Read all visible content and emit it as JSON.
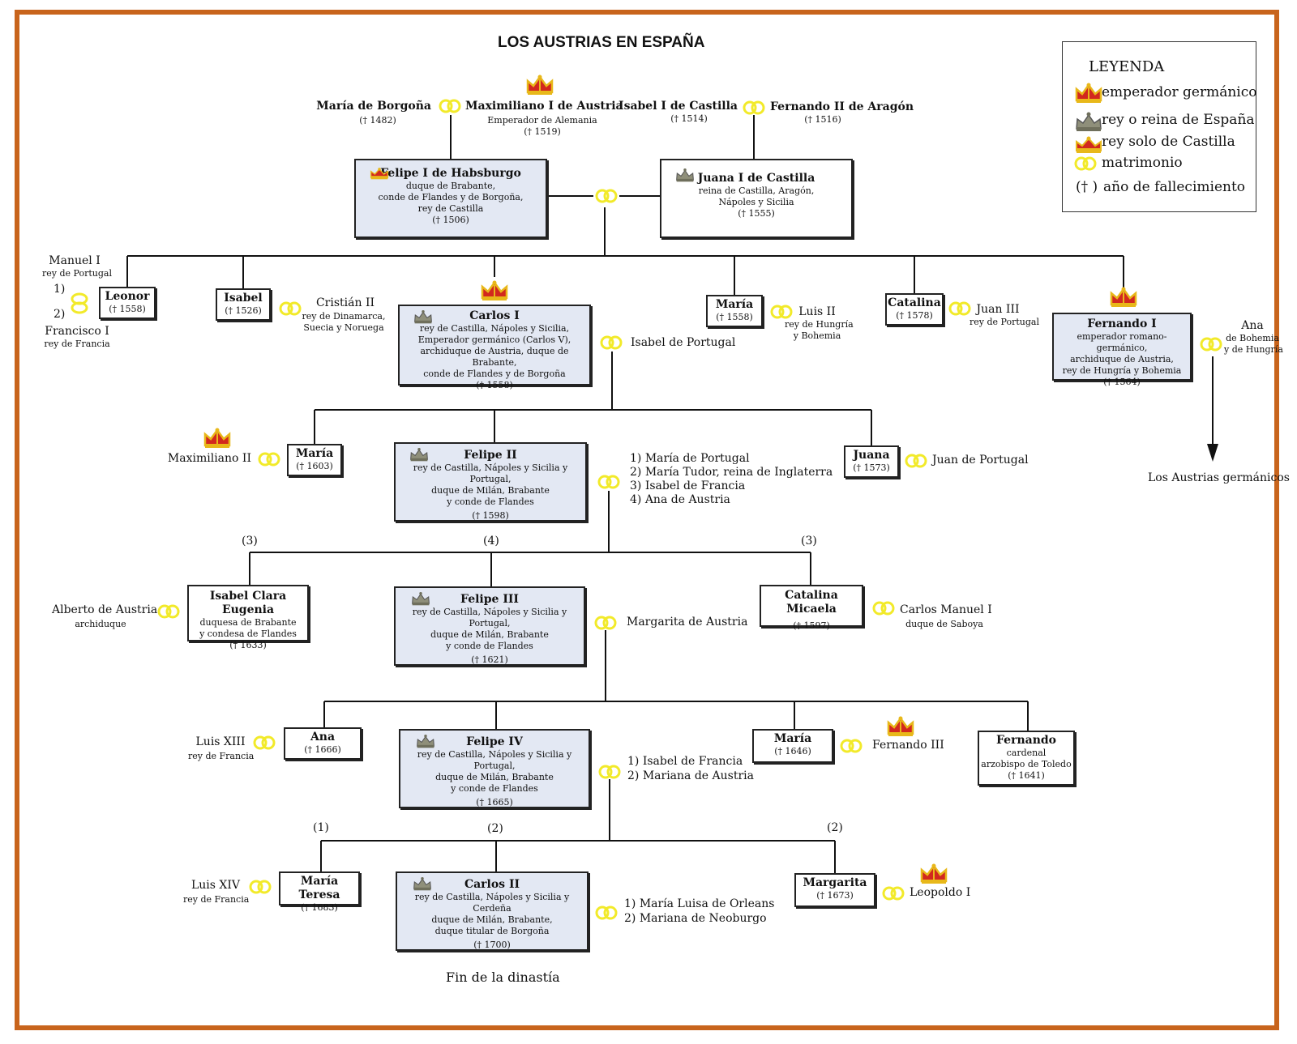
{
  "title": "LOS AUSTRIAS EN ESPAÑA",
  "legend": {
    "heading": "LEYENDA",
    "items": [
      {
        "icon": "crown-imperial",
        "label": "emperador germánico"
      },
      {
        "icon": "crown-spain",
        "label": "rey o reina de España"
      },
      {
        "icon": "crown-castile",
        "label": "rey solo de Castilla"
      },
      {
        "icon": "wedding-rings",
        "label": "matrimonio"
      },
      {
        "icon": "dagger",
        "symbol": "(† )",
        "label": "año de fallecimiento"
      }
    ]
  },
  "gen0": {
    "maria_borgona": {
      "name": "María  de  Borgoña",
      "death": "(† 1482)"
    },
    "maximiliano": {
      "name": "Maximiliano I de Austria",
      "title": "Emperador de Alemania",
      "death": "(† 1519)"
    },
    "isabel_castilla": {
      "name": "Isabel I de Castilla",
      "death": "(† 1514)"
    },
    "fernando_aragon": {
      "name": "Fernando II de Aragón",
      "death": "(† 1516)"
    }
  },
  "gen1": {
    "felipe1": {
      "name": "Felipe I de Habsburgo",
      "lines": [
        "duque de Brabante,",
        "conde de Flandes y de Borgoña,",
        "rey de Castilla"
      ],
      "death": "(† 1506)"
    },
    "juana1": {
      "name": "Juana I de Castilla",
      "lines": [
        "reina de Castilla,  Aragón,",
        "Nápoles y Sicilia"
      ],
      "death": "(† 1555)"
    }
  },
  "gen2": {
    "manuel": {
      "name": "Manuel I",
      "title": "rey de Portugal",
      "n1": "1)",
      "n2": "2)"
    },
    "francisco": {
      "name": "Francisco I",
      "title": "rey de Francia"
    },
    "leonor": {
      "name": "Leonor",
      "death": "(† 1558)"
    },
    "isabel": {
      "name": "Isabel",
      "death": "(† 1526)"
    },
    "cristian": {
      "name": "Cristián  II",
      "lines": [
        "rey de Dinamarca,",
        "Suecia y Noruega"
      ]
    },
    "carlos1": {
      "name": "Carlos I",
      "lines": [
        "rey de Castilla, Nápoles y Sicilia,",
        "Emperador germánico  (Carlos V),",
        "archiduque de Austria, duque de Brabante,",
        "conde de Flandes y de Borgoña"
      ],
      "death": "(† 1558)"
    },
    "isabel_portugal": {
      "name": "Isabel de Portugal"
    },
    "maria": {
      "name": "María",
      "death": "(† 1558)"
    },
    "luis2": {
      "name": "Luis II",
      "lines": [
        "rey de Hungría",
        "y Bohemia"
      ]
    },
    "catalina": {
      "name": "Catalina",
      "death": "(† 1578)"
    },
    "juan3": {
      "name": "Juan III",
      "title": "rey de Portugal"
    },
    "fernando1": {
      "name": "Fernando I",
      "lines": [
        "emperador romano-germánico,",
        "archiduque de Austria,",
        "rey de Hungría  y Bohemia"
      ],
      "death": "(† 1564)"
    },
    "ana_bohemia": {
      "name": "Ana",
      "lines": [
        "de Bohemia",
        "y de Hungría"
      ]
    },
    "germanicos": "Los Austrias germánicos"
  },
  "gen3": {
    "maximiliano2": {
      "name": "Maximiliano II"
    },
    "maria": {
      "name": "María",
      "death": "(† 1603)"
    },
    "felipe2": {
      "name": "Felipe II",
      "lines": [
        "rey de Castilla, Nápoles y Sicilia y Portugal,",
        "duque de Milán, Brabante",
        "y conde de Flandes"
      ],
      "death": "(† 1598)"
    },
    "wives": [
      "1)  María de Portugal",
      "2)  María Tudor, reina de Inglaterra",
      "3)  Isabel de Francia",
      "4)  Ana de Austria"
    ],
    "juana": {
      "name": "Juana",
      "death": "(† 1573)"
    },
    "juan_portugal": {
      "name": "Juan de Portugal"
    }
  },
  "gen4": {
    "m3a": "(3)",
    "m4": "(4)",
    "m3b": "(3)",
    "alberto": {
      "name": "Alberto de Austria",
      "title": "archiduque"
    },
    "isabel_clara": {
      "name": "Isabel Clara Eugenia",
      "lines": [
        "duquesa de Brabante",
        "y condesa de Flandes"
      ],
      "death": "(† 1633)"
    },
    "felipe3": {
      "name": "Felipe III",
      "lines": [
        "rey de Castilla, Nápoles y Sicilia y Portugal,",
        "duque de Milán, Brabante",
        "y conde de Flandes"
      ],
      "death": "(† 1621)"
    },
    "margarita_austria": {
      "name": "Margarita de Austria"
    },
    "catalina_micaela": {
      "name": "Catalina Micaela",
      "death": "(† 1597)"
    },
    "carlos_manuel": {
      "name": "Carlos Manuel I",
      "title": "duque de Saboya"
    }
  },
  "gen5": {
    "luis13": {
      "name": "Luis XIII",
      "title": "rey de Francia"
    },
    "ana": {
      "name": "Ana",
      "death": "(† 1666)"
    },
    "felipe4": {
      "name": "Felipe IV",
      "lines": [
        "rey de Castilla, Nápoles y Sicilia y Portugal,",
        "duque de Milán, Brabante",
        "y conde de Flandes"
      ],
      "death": "(† 1665)"
    },
    "wives": [
      "1)  Isabel de Francia",
      "2)  Mariana de Austria"
    ],
    "maria": {
      "name": "María",
      "death": "(† 1646)"
    },
    "fernando3": {
      "name": "Fernando III"
    },
    "fernando": {
      "name": "Fernando",
      "lines": [
        "cardenal",
        "arzobispo de Toledo"
      ],
      "death": "(† 1641)"
    }
  },
  "gen6": {
    "m1": "(1)",
    "m2a": "(2)",
    "m2b": "(2)",
    "luis14": {
      "name": "Luis XIV",
      "title": "rey de Francia"
    },
    "maria_teresa": {
      "name": "María Teresa",
      "death": "(† 1683)"
    },
    "carlos2": {
      "name": "Carlos II",
      "lines": [
        "rey de Castilla, Nápoles y Sicilia y Cerdeña",
        "duque de Milán, Brabante,",
        "duque titular de Borgoña"
      ],
      "death": "(† 1700)"
    },
    "wives": [
      "1)  María Luisa de Orleans",
      "2)  Mariana de Neoburgo"
    ],
    "margarita": {
      "name": "Margarita",
      "death": "(† 1673)"
    },
    "leopoldo": {
      "name": "Leopoldo I"
    },
    "fin": "Fin de la dinastía"
  },
  "colors": {
    "frame": "#c8641c",
    "box_fill": "#e3e8f3",
    "ring": "#f2ea2a",
    "crown_gold": "#e8b81a",
    "crown_red": "#d2281e",
    "crown_grey": "#8f8f7a"
  }
}
